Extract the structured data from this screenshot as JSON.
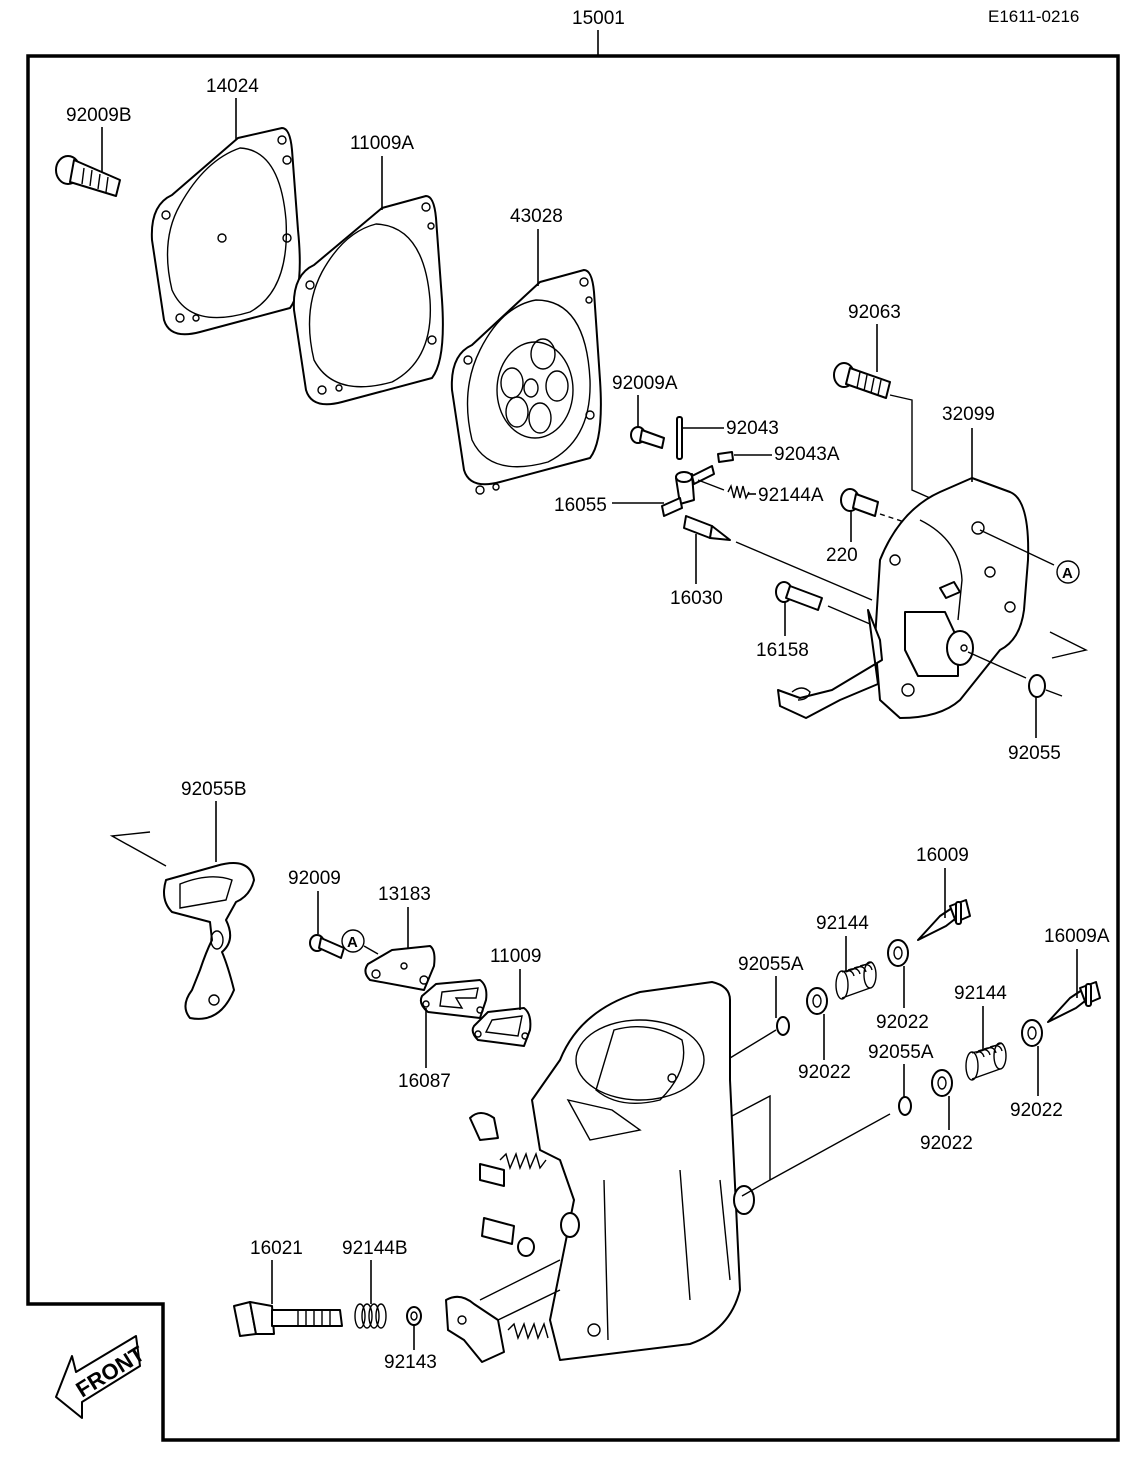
{
  "diagram": {
    "drawing_code": "E1611-0216",
    "assembly_part": "15001",
    "reference_marker": "A",
    "front_label": "FRONT",
    "parts": [
      {
        "id": "p-92009B",
        "label": "92009B",
        "desc": "bolt"
      },
      {
        "id": "p-14024",
        "label": "14024",
        "desc": "cover"
      },
      {
        "id": "p-11009A",
        "label": "11009A",
        "desc": "gasket"
      },
      {
        "id": "p-43028",
        "label": "43028",
        "desc": "diaphragm"
      },
      {
        "id": "p-92063",
        "label": "92063",
        "desc": "screw"
      },
      {
        "id": "p-32099",
        "label": "32099",
        "desc": "pump body"
      },
      {
        "id": "p-92009A",
        "label": "92009A",
        "desc": "screw"
      },
      {
        "id": "p-92043",
        "label": "92043",
        "desc": "pin"
      },
      {
        "id": "p-92043A",
        "label": "92043A",
        "desc": "pin"
      },
      {
        "id": "p-92144A",
        "label": "92144A",
        "desc": "spring"
      },
      {
        "id": "p-16055",
        "label": "16055",
        "desc": "lever"
      },
      {
        "id": "p-220",
        "label": "220",
        "desc": "screw"
      },
      {
        "id": "p-16030",
        "label": "16030",
        "desc": "needle valve"
      },
      {
        "id": "p-16158",
        "label": "16158",
        "desc": "screw"
      },
      {
        "id": "p-92055",
        "label": "92055",
        "desc": "o-ring"
      },
      {
        "id": "p-92055B",
        "label": "92055B",
        "desc": "gasket"
      },
      {
        "id": "p-92009",
        "label": "92009",
        "desc": "screw"
      },
      {
        "id": "p-13183",
        "label": "13183",
        "desc": "plate"
      },
      {
        "id": "p-11009",
        "label": "11009",
        "desc": "gasket"
      },
      {
        "id": "p-16087",
        "label": "16087",
        "desc": "screen"
      },
      {
        "id": "p-16009",
        "label": "16009",
        "desc": "mixture needle"
      },
      {
        "id": "p-16009A",
        "label": "16009A",
        "desc": "mixture needle"
      },
      {
        "id": "p-92144-1",
        "label": "92144",
        "desc": "spring"
      },
      {
        "id": "p-92144-2",
        "label": "92144",
        "desc": "spring"
      },
      {
        "id": "p-92055A-1",
        "label": "92055A",
        "desc": "o-ring"
      },
      {
        "id": "p-92055A-2",
        "label": "92055A",
        "desc": "o-ring"
      },
      {
        "id": "p-92022-1",
        "label": "92022",
        "desc": "washer"
      },
      {
        "id": "p-92022-2",
        "label": "92022",
        "desc": "washer"
      },
      {
        "id": "p-92022-3",
        "label": "92022",
        "desc": "washer"
      },
      {
        "id": "p-92022-4",
        "label": "92022",
        "desc": "washer"
      },
      {
        "id": "p-16021",
        "label": "16021",
        "desc": "idle screw"
      },
      {
        "id": "p-92144B",
        "label": "92144B",
        "desc": "spring"
      },
      {
        "id": "p-92143",
        "label": "92143",
        "desc": "collar"
      }
    ]
  }
}
